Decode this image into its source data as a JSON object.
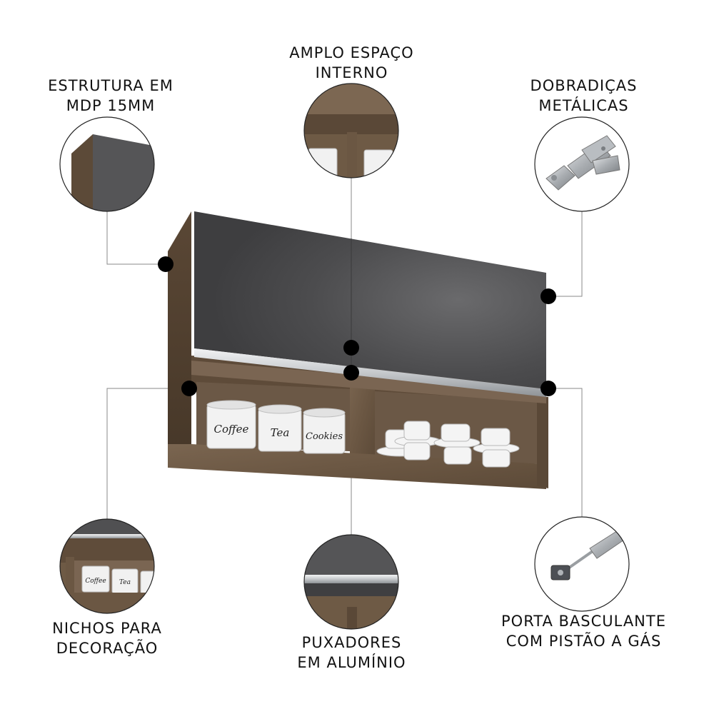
{
  "callouts": {
    "estrutura": {
      "line1": "ESTRUTURA EM",
      "line2": "MDP 15MM"
    },
    "amplo": {
      "line1": "AMPLO ESPAÇO",
      "line2": "INTERNO"
    },
    "dobradicas": {
      "line1": "DOBRADIÇAS",
      "line2": "METÁLICAS"
    },
    "nichos": {
      "line1": "NICHOS PARA",
      "line2": "DECORAÇÃO"
    },
    "puxadores": {
      "line1": "PUXADORES",
      "line2": "EM ALUMÍNIO"
    },
    "porta": {
      "line1": "PORTA BASCULANTE",
      "line2": "COM PISTÃO A GÁS"
    }
  },
  "canisters": [
    "Coffee",
    "Tea",
    "Cookies"
  ],
  "colors": {
    "wood": "#6e5a45",
    "wood_dark": "#4f3f30",
    "door": "#4a4a4c",
    "aluminium": "#cfd2d4",
    "dot": "#000000"
  }
}
